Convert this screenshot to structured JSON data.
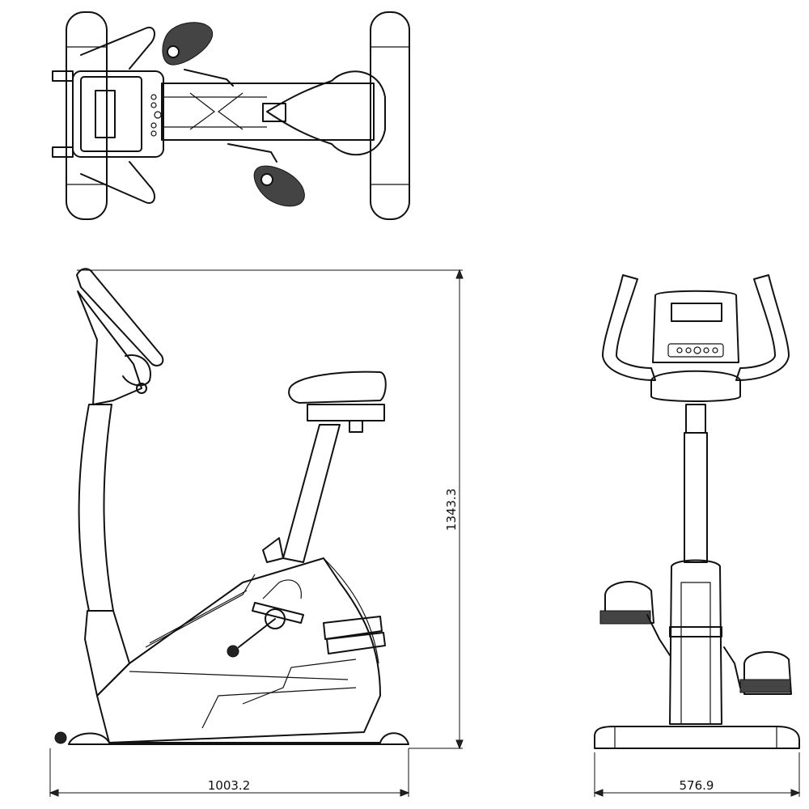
{
  "dimensions": {
    "side_length": "1003.2",
    "side_height": "1343.3",
    "front_width": "576.9"
  },
  "colors": {
    "line": "#111111",
    "background": "#ffffff"
  }
}
